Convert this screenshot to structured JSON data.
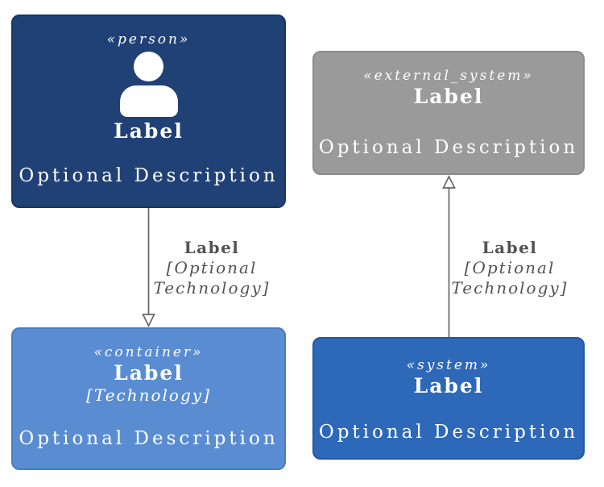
{
  "diagram": {
    "kind": "c4-model-legend",
    "background_color": "#ffffff",
    "line_color": "#666666",
    "edge_text_color": "#525252",
    "nodes": {
      "person": {
        "stereotype": "«person»",
        "label": "Label",
        "description": "Optional Description",
        "icon": "person-icon",
        "fill_color": "#1f4176",
        "text_color": "#ffffff"
      },
      "external_system": {
        "stereotype": "«external_system»",
        "label": "Label",
        "description": "Optional Description",
        "fill_color": "#9a9a9a",
        "text_color": "#ffffff"
      },
      "container": {
        "stereotype": "«container»",
        "label": "Label",
        "technology": "[Technology]",
        "description": "Optional Description",
        "fill_color": "#5a8cd2",
        "text_color": "#ffffff"
      },
      "system": {
        "stereotype": "«system»",
        "label": "Label",
        "description": "Optional Description",
        "fill_color": "#2e68b9",
        "text_color": "#ffffff"
      }
    },
    "edges": [
      {
        "from": "person",
        "to": "container",
        "direction": "down",
        "label": "Label",
        "technology": "[Optional Technology]"
      },
      {
        "from": "system",
        "to": "external_system",
        "direction": "up",
        "label": "Label",
        "technology": "[Optional Technology]"
      }
    ]
  }
}
